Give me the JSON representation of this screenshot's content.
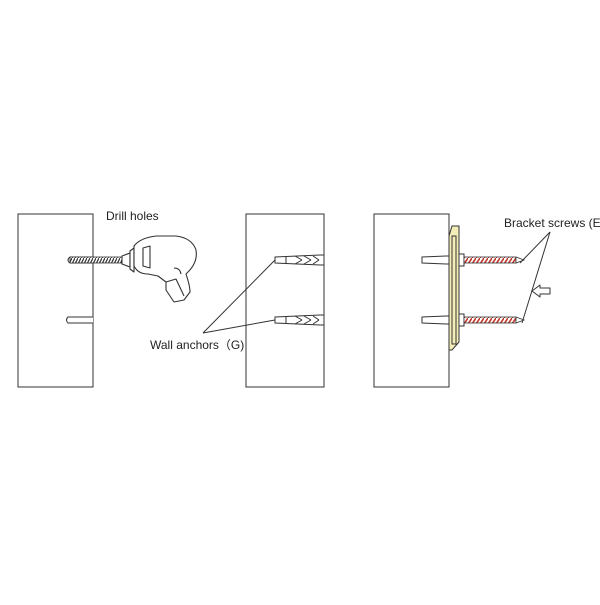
{
  "labels": {
    "drill_holes": "Drill holes",
    "wall_anchors": "Wall anchors（G)",
    "bracket_screws": "Bracket screws (E)"
  },
  "colors": {
    "line": "#333333",
    "bracket_fill": "#f3eeb8",
    "screw_thread": "#c0392b",
    "background": "#ffffff"
  },
  "icons": [
    "drill-icon",
    "wall-anchor-icon",
    "bracket-screw-icon",
    "arrow-left-icon"
  ]
}
